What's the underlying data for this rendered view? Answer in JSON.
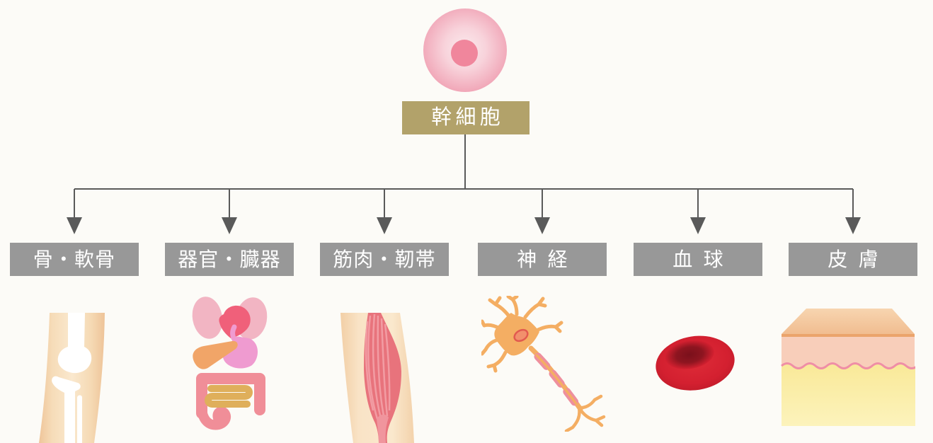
{
  "diagram": {
    "root": {
      "label": "幹細胞",
      "icon": "stem-cell-icon"
    },
    "branches": [
      {
        "id": "bone-cartilage",
        "label": "骨・軟骨",
        "illustration": "bone-joint-illustration"
      },
      {
        "id": "organs",
        "label": "器官・臓器",
        "illustration": "internal-organs-illustration"
      },
      {
        "id": "muscle-ligament",
        "label": "筋肉・靭帯",
        "illustration": "muscle-illustration"
      },
      {
        "id": "nerve",
        "label": "神経",
        "illustration": "neuron-illustration"
      },
      {
        "id": "blood-cells",
        "label": "血球",
        "illustration": "red-blood-cell-illustration"
      },
      {
        "id": "skin",
        "label": "皮膚",
        "illustration": "skin-cross-section-illustration"
      }
    ],
    "colors": {
      "background": "#fcfbf7",
      "root_label_bg": "#b2a26a",
      "branch_label_bg": "#989898",
      "label_text": "#ffffff",
      "connector": "#5a5a5a",
      "stem_cell_rim": "#f0a2b4",
      "stem_cell_nucleus": "#f0869c",
      "skin_tone": "#f5d9b3",
      "bone_white": "#ffffff",
      "muscle_red": "#e8737c",
      "neuron_orange": "#f4ae63",
      "myelin_pink": "#ee8f9d",
      "blood_red": "#d42030",
      "lung_pink": "#f2b5c3",
      "heart_red": "#f0607a",
      "liver_orange": "#f1a568",
      "stomach_pink": "#ef9bd0",
      "intestine_salmon": "#f08e98",
      "small_intestine_gold": "#dfaf5b",
      "epidermis_pink": "#f8ceba",
      "fat_yellow": "#faec9f"
    }
  }
}
